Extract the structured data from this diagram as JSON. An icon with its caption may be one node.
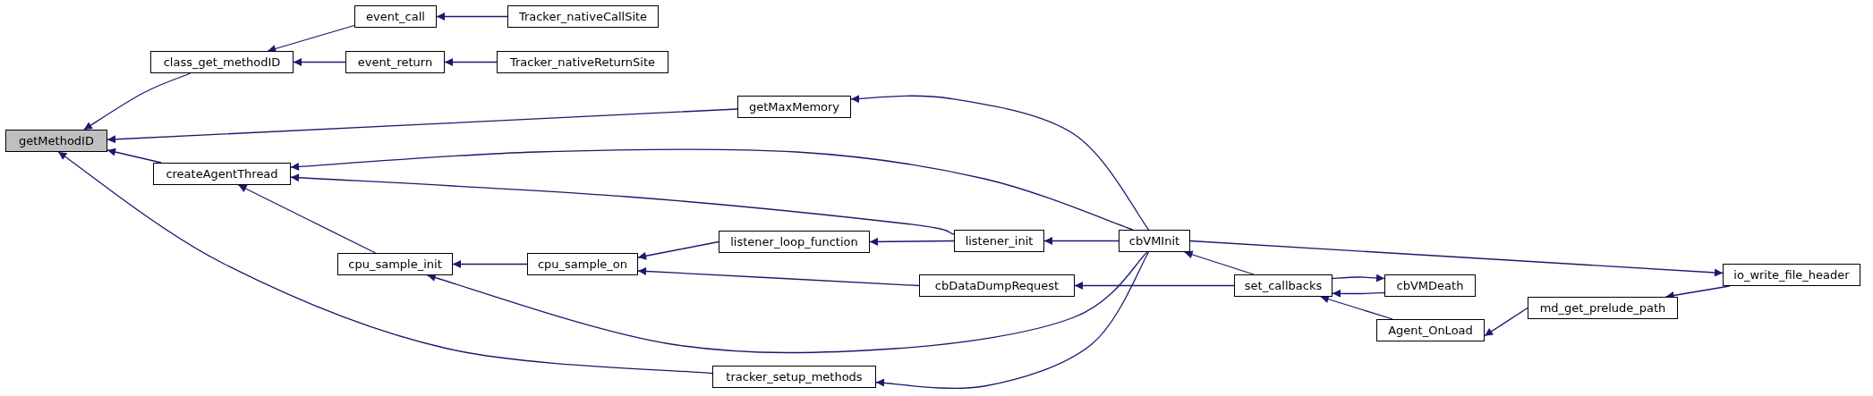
{
  "diagram": {
    "nodes": [
      {
        "text": [
          "getMethodID"
        ]
      },
      {
        "text": [
          "class_get_methodID"
        ]
      },
      {
        "text": [
          "event_call"
        ]
      },
      {
        "text": [
          "Tracker_nativeCallSite"
        ]
      },
      {
        "text": [
          "event_return"
        ]
      },
      {
        "text": [
          "Tracker_nativeReturnSite"
        ]
      },
      {
        "text": [
          "getMaxMemory"
        ]
      },
      {
        "text": [
          "createAgentThread"
        ]
      },
      {
        "text": [
          "cpu_sample_init"
        ]
      },
      {
        "text": [
          "cpu_sample_on"
        ]
      },
      {
        "text": [
          "listener_loop_function"
        ]
      },
      {
        "text": [
          "listener_init"
        ]
      },
      {
        "text": [
          "cbVMInit"
        ]
      },
      {
        "text": [
          "cbDataDumpRequest"
        ]
      },
      {
        "text": [
          "set_callbacks"
        ]
      },
      {
        "text": [
          "cbVMDeath"
        ]
      },
      {
        "text": [
          "Agent_OnLoad"
        ]
      },
      {
        "text": [
          "md_get_prelude_path"
        ]
      },
      {
        "text": [
          "io_write_file_header"
        ]
      },
      {
        "text": [
          "tracker_setup_methods"
        ]
      }
    ],
    "edges": [
      {
        "from": 1,
        "to": 0,
        "arrow": "to"
      },
      {
        "from": 2,
        "to": 1,
        "arrow": "to"
      },
      {
        "from": 4,
        "to": 1,
        "arrow": "to"
      },
      {
        "from": 3,
        "to": 2,
        "arrow": "to"
      },
      {
        "from": 5,
        "to": 4,
        "arrow": "to"
      },
      {
        "from": 6,
        "to": 0,
        "arrow": "to"
      },
      {
        "from": 7,
        "to": 0,
        "arrow": "to"
      },
      {
        "from": 19,
        "to": 0,
        "arrow": "to"
      },
      {
        "from": 12,
        "to": 6,
        "arrow": "to"
      },
      {
        "from": 12,
        "to": 7,
        "arrow": "to"
      },
      {
        "from": 11,
        "to": 7,
        "arrow": "to"
      },
      {
        "from": 8,
        "to": 7,
        "arrow": "to"
      },
      {
        "from": 9,
        "to": 8,
        "arrow": "to"
      },
      {
        "from": 12,
        "to": 8,
        "arrow": "to"
      },
      {
        "from": 10,
        "to": 9,
        "arrow": "to"
      },
      {
        "from": 13,
        "to": 9,
        "arrow": "to"
      },
      {
        "from": 11,
        "to": 10,
        "arrow": "to"
      },
      {
        "from": 12,
        "to": 11,
        "arrow": "to"
      },
      {
        "from": 12,
        "to": 19,
        "arrow": "to"
      },
      {
        "from": 14,
        "to": 13,
        "arrow": "to"
      },
      {
        "from": 14,
        "to": 12,
        "arrow": "to"
      },
      {
        "from": 12,
        "to": 18,
        "arrow": "to"
      },
      {
        "from": 14,
        "to": 15,
        "arrow": "to"
      },
      {
        "from": 15,
        "to": 14,
        "arrow": "to"
      },
      {
        "from": 16,
        "to": 14,
        "arrow": "to"
      },
      {
        "from": 17,
        "to": 16,
        "arrow": "to"
      },
      {
        "from": 18,
        "to": 17,
        "arrow": "to"
      }
    ]
  }
}
